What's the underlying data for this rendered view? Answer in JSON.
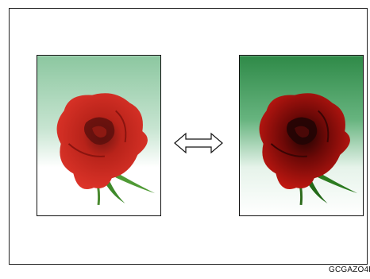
{
  "figure": {
    "code_label": "GCGAZO4E",
    "before_image": {
      "icon": "rose-photo-icon",
      "style": "light"
    },
    "after_image": {
      "icon": "rose-photo-icon",
      "style": "saturated"
    },
    "arrow_icon": "double-headed-arrow-icon"
  },
  "colors": {
    "frame": "#222222",
    "background": "#ffffff",
    "rose_light": "#d82a20",
    "rose_dark": "#a0100a",
    "leaf": "#3d8a2a",
    "sky_light": "#9ccfae",
    "sky_dark": "#3f9b5a"
  }
}
